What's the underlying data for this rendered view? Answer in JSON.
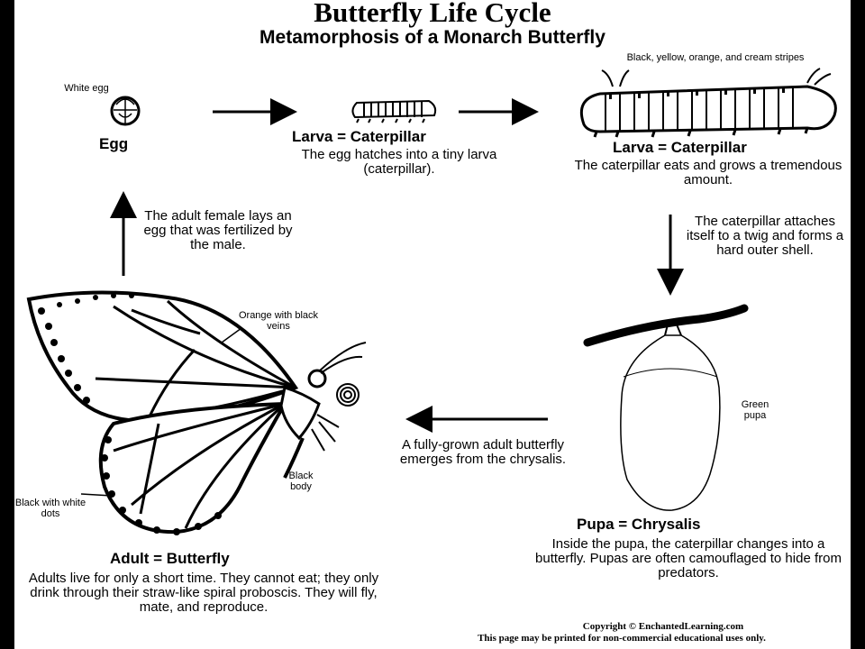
{
  "title": "Butterfly Life Cycle",
  "subtitle": "Metamorphosis of a Monarch Butterfly",
  "egg": {
    "label": "White egg",
    "stage": "Egg",
    "caption": "The adult female lays an egg that was fertilized by the male."
  },
  "larva_small": {
    "stage": "Larva = Caterpillar",
    "description": "The egg hatches into a tiny larva (caterpillar)."
  },
  "larva_large": {
    "label": "Black, yellow, orange, and cream stripes",
    "stage": "Larva = Caterpillar",
    "description": "The caterpillar eats and grows a tremendous amount.",
    "caption": "The caterpillar attaches itself to a twig and forms a hard outer shell."
  },
  "pupa": {
    "label": "Green pupa",
    "stage": "Pupa = Chrysalis",
    "description": "Inside the pupa, the caterpillar changes into a butterfly.  Pupas are often camouflaged to hide from predators."
  },
  "adult": {
    "label_wings": "Orange with black veins",
    "label_body": "Black body",
    "label_dots": "Black with white dots",
    "caption": "A fully-grown adult butterfly emerges from the chrysalis.",
    "stage": "Adult = Butterfly",
    "description": "Adults live for only a short time.  They cannot eat; they only drink through their straw-like spiral proboscis. They will fly, mate, and reproduce."
  },
  "copyright": "Copyright © EnchantedLearning.com",
  "usage_note": "This page may be printed for non-commercial educational uses only."
}
